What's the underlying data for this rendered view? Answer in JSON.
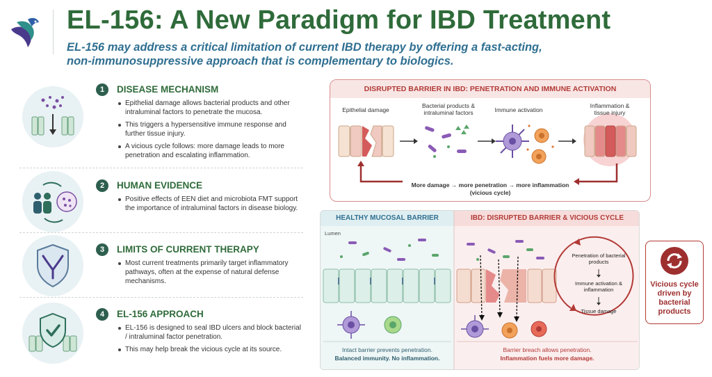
{
  "header": {
    "title": "EL-156: A New Paradigm for IBD Treatment",
    "subtitle": "EL-156 may address a critical limitation of current IBD therapy by offering a fast-acting, non-immunosuppressive approach that is complementary to biologics."
  },
  "sections": [
    {
      "number": "1",
      "heading": "DISEASE MECHANISM",
      "icon": "epithelium-penetration-icon",
      "bullets": [
        "Epithelial damage allows bacterial products and other intraluminal factors to penetrate the mucosa.",
        "This triggers a hypersensitive immune response and further tissue injury.",
        "A vicious cycle follows: more damage leads to more penetration and escalating inflammation."
      ]
    },
    {
      "number": "2",
      "heading": "HUMAN EVIDENCE",
      "icon": "people-microbiota-icon",
      "bullets": [
        "Positive effects of EEN diet and microbiota FMT support the importance of intraluminal factors in disease biology."
      ]
    },
    {
      "number": "3",
      "heading": "LIMITS OF CURRENT THERAPY",
      "icon": "antibody-shield-icon",
      "bullets": [
        "Most current treatments primarily target inflammatory pathways, often at the expense of natural defense mechanisms."
      ]
    },
    {
      "number": "4",
      "heading": "EL-156 APPROACH",
      "icon": "check-shield-icon",
      "bullets": [
        "EL-156 is designed to seal IBD ulcers and block bacterial / intraluminal factor penetration.",
        "This may help break the vicious cycle at its source."
      ]
    }
  ],
  "barrier_panel": {
    "title": "DISRUPTED BARRIER IN IBD: PENETRATION AND IMMUNE ACTIVATION",
    "steps": [
      "Epithelial damage",
      "Bacterial products & intraluminal factors",
      "Immune activation",
      "Inflammation & tissue injury"
    ],
    "loop_label": "More damage → more penetration → more inflammation",
    "loop_sub": "(vicious cycle)"
  },
  "comparison": {
    "healthy": {
      "title": "HEALTHY MUCOSAL BARRIER",
      "lumen": "Lumen",
      "footer": "Intact barrier prevents penetration.",
      "footer_bold": "Balanced immunity. No inflammation."
    },
    "ibd": {
      "title": "IBD: DISRUPTED BARRIER & VICIOUS CYCLE",
      "cycle": [
        "Penetration of bacterial products",
        "Immune activation & inflammation",
        "Tissue damage"
      ],
      "footer": "Barrier breach allows penetration.",
      "footer_bold": "Inflammation fuels more damage."
    }
  },
  "badge": {
    "text": "Vicious cycle driven by bacterial products",
    "icon": "cycle-arrows-icon"
  },
  "colors": {
    "title_green": "#2f6b3a",
    "subtitle_blue": "#2f6f91",
    "accent_red": "#b23a36"
  }
}
